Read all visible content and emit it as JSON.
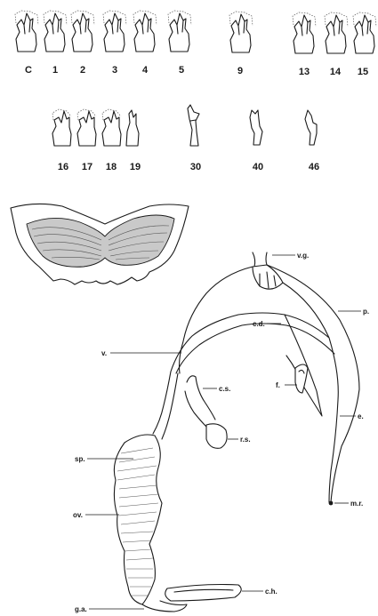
{
  "teeth_row1": {
    "central": "C",
    "t1": "1",
    "t2": "2",
    "t3": "3",
    "t4": "4",
    "t5": "5",
    "t9": "9",
    "t13": "13",
    "t14": "14",
    "t15": "15"
  },
  "teeth_row2": {
    "t16": "16",
    "t17": "17",
    "t18": "18",
    "t19": "19",
    "t30": "30",
    "t40": "40",
    "t46": "46"
  },
  "organs": {
    "vg": "v.g.",
    "p": "p.",
    "cd": "c.d.",
    "v": "v.",
    "cs": "c.s.",
    "f": "f.",
    "rs": "r.s.",
    "e": "e.",
    "sp": "sp.",
    "ov": "ov.",
    "mr": "m.r.",
    "ch": "c.h.",
    "ga": "g.a."
  }
}
